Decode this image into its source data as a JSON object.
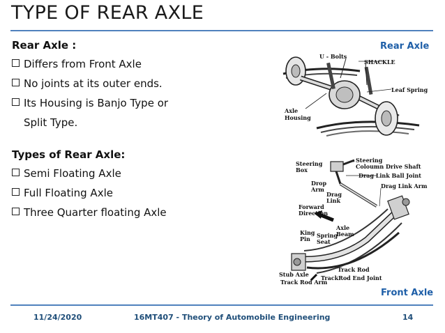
{
  "slide": {
    "title": "TYPE OF REAR AXLE"
  },
  "left": {
    "heading1": "Rear Axle :",
    "bullets1": [
      "Differs from Front Axle",
      "No joints at its outer ends.",
      "Its Housing is Banjo Type or"
    ],
    "continuation": "Split Type.",
    "heading2": "Types of Rear Axle:",
    "bullets2": [
      "Semi Floating Axle",
      "Full Floating Axle",
      "Three Quarter floating Axle"
    ]
  },
  "figures": {
    "rear_axle_caption": "Rear Axle",
    "front_axle_caption": "Front Axle",
    "rear_labels": {
      "u_bolts": "U - Bolts",
      "shackle": "SHACKLE",
      "leaf_spring": "Leaf Spring",
      "axle": "Axle",
      "housing": "Housing"
    },
    "front_labels": {
      "steering": "Steering",
      "box": "Box",
      "steering_col": "Steering",
      "col_shaft": "Coloumn Drive Shaft",
      "drag_ball": "Drag Link Ball Joint",
      "drop": "Drop",
      "arm": "Arm",
      "drag_arm": "Drag Link Arm",
      "drag": "Drag",
      "link": "Link",
      "forward": "Forward",
      "direction": "Direction",
      "axle": "Axle",
      "beam": "Beam",
      "king": "King",
      "pin": "Pin",
      "spring": "Spring",
      "seat": "Seat",
      "track_rod": "Track Rod",
      "stub_axle": "Stub Axle",
      "trackrod_end": "TrackRod End Joint",
      "track_rod_arm": "Track Rod Arm"
    }
  },
  "footer": {
    "date": "11/24/2020",
    "course": "16MT407 - Theory of Automobile Engineering",
    "page": "14"
  }
}
